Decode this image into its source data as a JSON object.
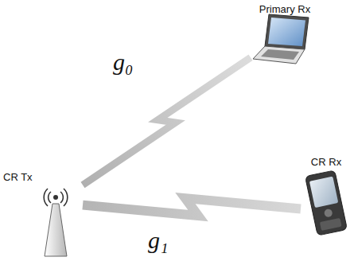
{
  "diagram": {
    "nodes": [
      {
        "text": [
          "Primary Rx"
        ]
      },
      {
        "text": [
          "CR Tx"
        ]
      },
      {
        "text": [
          "CR Rx"
        ]
      }
    ],
    "edges": [
      {
        "from": 1,
        "to": 0,
        "arrow": "none",
        "label": "g₀"
      },
      {
        "from": 1,
        "to": 2,
        "arrow": "none",
        "label": "g₁"
      }
    ]
  }
}
